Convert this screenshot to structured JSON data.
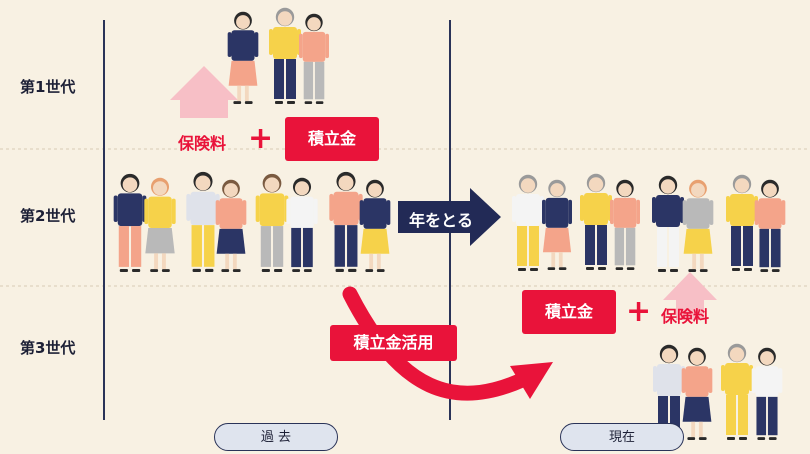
{
  "generations": [
    "第1世代",
    "第2世代",
    "第3世代"
  ],
  "past": {
    "premium_label": "保険料",
    "reserve_label": "積立金",
    "timeline_label": "過 去"
  },
  "aging": {
    "label": "年をとる"
  },
  "reserve_use": {
    "label": "積立金活用"
  },
  "present": {
    "reserve_label": "積立金",
    "premium_label": "保険料",
    "timeline_label": "現在"
  },
  "colors": {
    "background": "#f8f1e3",
    "accent_red": "#e9133a",
    "navy": "#222a56",
    "pink_arrow": "#f7bfc6"
  },
  "icons": [
    "person-icon",
    "plus-icon",
    "up-arrow-icon",
    "right-arrow-icon",
    "curved-arrow-icon"
  ]
}
